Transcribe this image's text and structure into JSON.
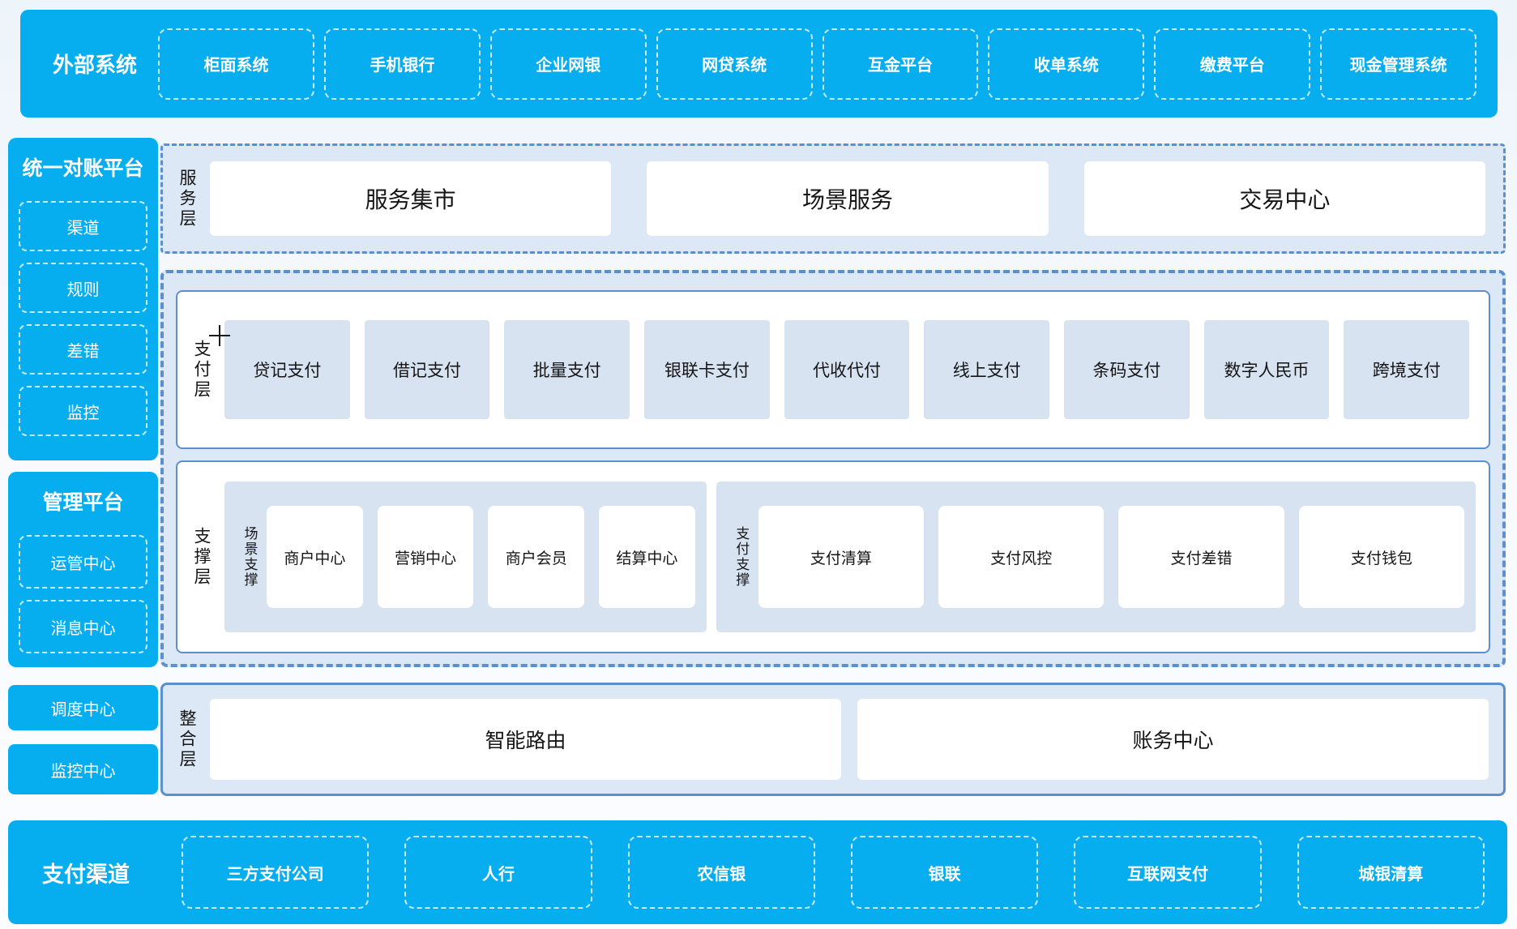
{
  "colors": {
    "primary_blue": "#06aeef",
    "panel_border_blue": "#5b8fd0",
    "panel_fill": "#dce8f5",
    "chip_fill": "#d8e3f2",
    "node_fill": "#ffffff",
    "text_on_blue": "#ffffff",
    "text_main": "#151515"
  },
  "cursor_icon": "crosshair",
  "top_bar": {
    "title": "外部系统",
    "items": [
      "柜面系统",
      "手机银行",
      "企业网银",
      "网贷系统",
      "互金平台",
      "收单系统",
      "缴费平台",
      "现金管理系统"
    ]
  },
  "sidebar": {
    "sections": [
      {
        "title": "统一对账平台",
        "items": [
          "渠道",
          "规则",
          "差错",
          "监控"
        ]
      },
      {
        "title": "管理平台",
        "items": [
          "运管中心",
          "消息中心"
        ]
      }
    ],
    "solo_boxes": [
      "调度中心",
      "监控中心"
    ]
  },
  "layers": {
    "service": {
      "label": "服务层",
      "items": [
        "服务集市",
        "场景服务",
        "交易中心"
      ]
    },
    "payment": {
      "label": "支付层",
      "items": [
        "贷记支付",
        "借记支付",
        "批量支付",
        "银联卡支付",
        "代收代付",
        "线上支付",
        "条码支付",
        "数字人民币",
        "跨境支付"
      ]
    },
    "support": {
      "label": "支撑层",
      "groups": [
        {
          "label": "场景支撑",
          "items": [
            "商户中心",
            "营销中心",
            "商户会员",
            "结算中心"
          ]
        },
        {
          "label": "支付支撑",
          "items": [
            "支付清算",
            "支付风控",
            "支付差错",
            "支付钱包"
          ]
        }
      ]
    },
    "integration": {
      "label": "整合层",
      "items": [
        "智能路由",
        "账务中心"
      ]
    }
  },
  "bottom_bar": {
    "title": "支付渠道",
    "items": [
      "三方支付公司",
      "人行",
      "农信银",
      "银联",
      "互联网支付",
      "城银清算"
    ]
  }
}
